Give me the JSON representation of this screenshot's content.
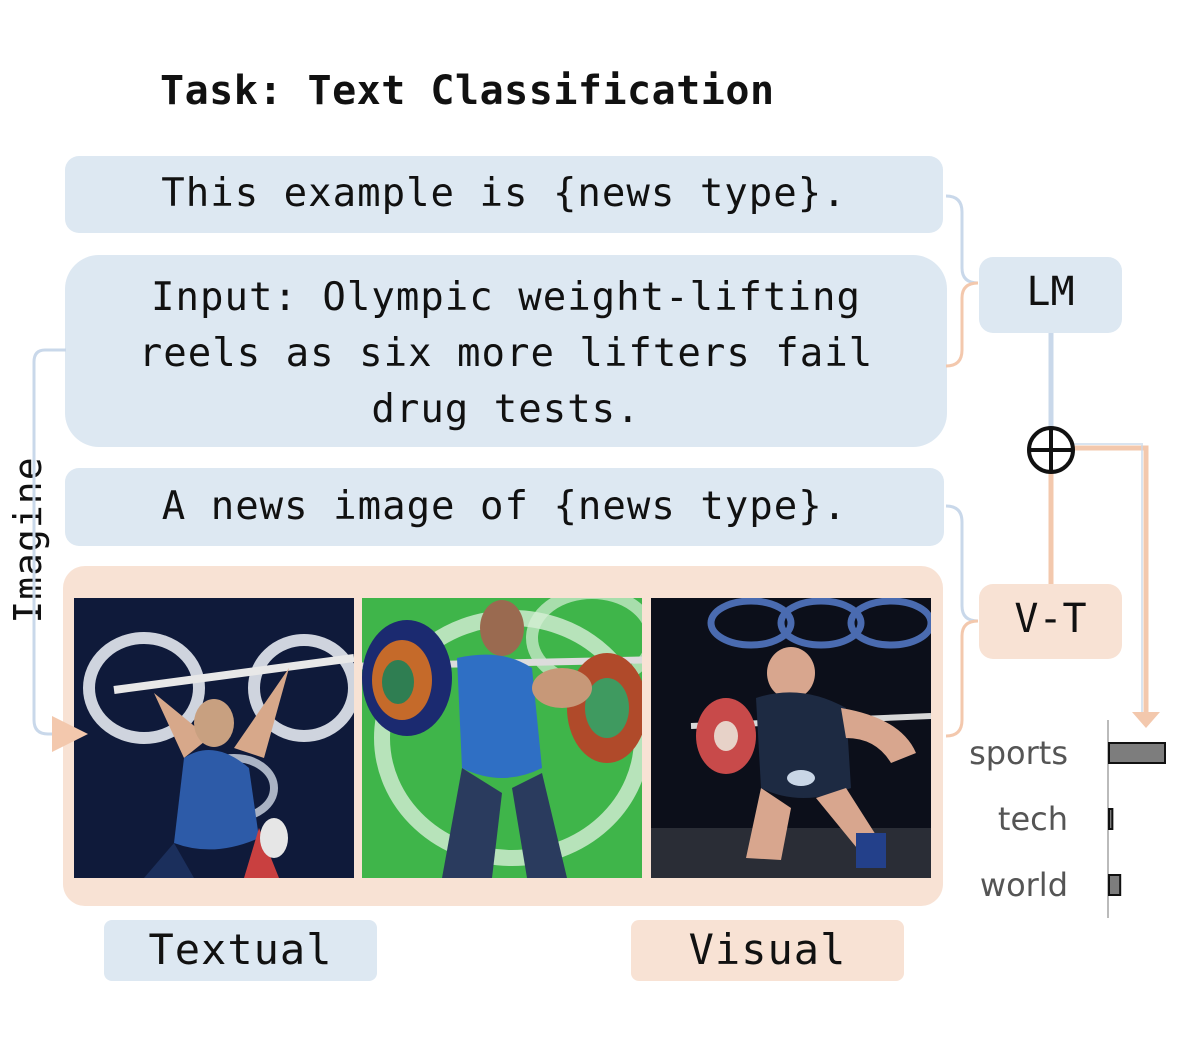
{
  "title": "Task: Text Classification",
  "prompts": {
    "textual_template": "This example is {news type}.",
    "input": "Input: Olympic weight-lifting reels as six more lifters fail drug tests.",
    "input_lines": [
      "Input: Olympic weight-lifting",
      "reels as six more lifters fail",
      "drug tests."
    ],
    "visual_template": "A news image of {news type}."
  },
  "side_label": "Imagine",
  "models": {
    "lm": "LM",
    "vt": "V-T"
  },
  "fusion_symbol": "⊕",
  "badges": {
    "textual": "Textual",
    "visual": "Visual"
  },
  "output": {
    "categories": [
      "sports",
      "tech",
      "world"
    ],
    "scores": [
      1.0,
      0.06,
      0.2
    ]
  },
  "colors": {
    "textual_bg": "#dde8f2",
    "visual_bg": "#f8e2d4",
    "textual_line": "#c9d8ea",
    "visual_line": "#f3c8ad",
    "bar_fill": "#7d7d7d"
  }
}
